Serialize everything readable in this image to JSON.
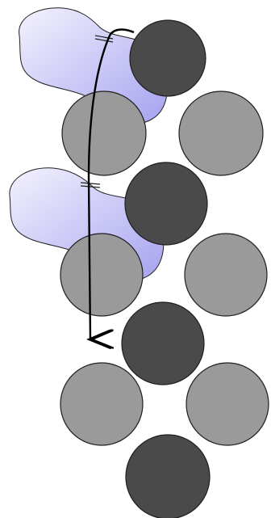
{
  "diagram": {
    "colors": {
      "background": "#ffffff",
      "dark_sphere": "#4a4a4a",
      "light_sphere": "#9a9a9a",
      "outline": "#1e1e1e",
      "blob_light": "#f2f1fd",
      "blob_dark": "#9c98ee",
      "arrow": "#000000"
    },
    "spheres": [
      {
        "id": "dark-1",
        "tone": "dark"
      },
      {
        "id": "light-1a",
        "tone": "light"
      },
      {
        "id": "light-1b",
        "tone": "light"
      },
      {
        "id": "dark-2",
        "tone": "dark"
      },
      {
        "id": "light-2a",
        "tone": "light"
      },
      {
        "id": "light-2b",
        "tone": "light"
      },
      {
        "id": "dark-3",
        "tone": "dark"
      },
      {
        "id": "light-3a",
        "tone": "light"
      },
      {
        "id": "light-3b",
        "tone": "light"
      },
      {
        "id": "dark-4",
        "tone": "dark"
      }
    ],
    "blobs": [
      {
        "id": "blob-upper"
      },
      {
        "id": "blob-lower"
      }
    ]
  }
}
